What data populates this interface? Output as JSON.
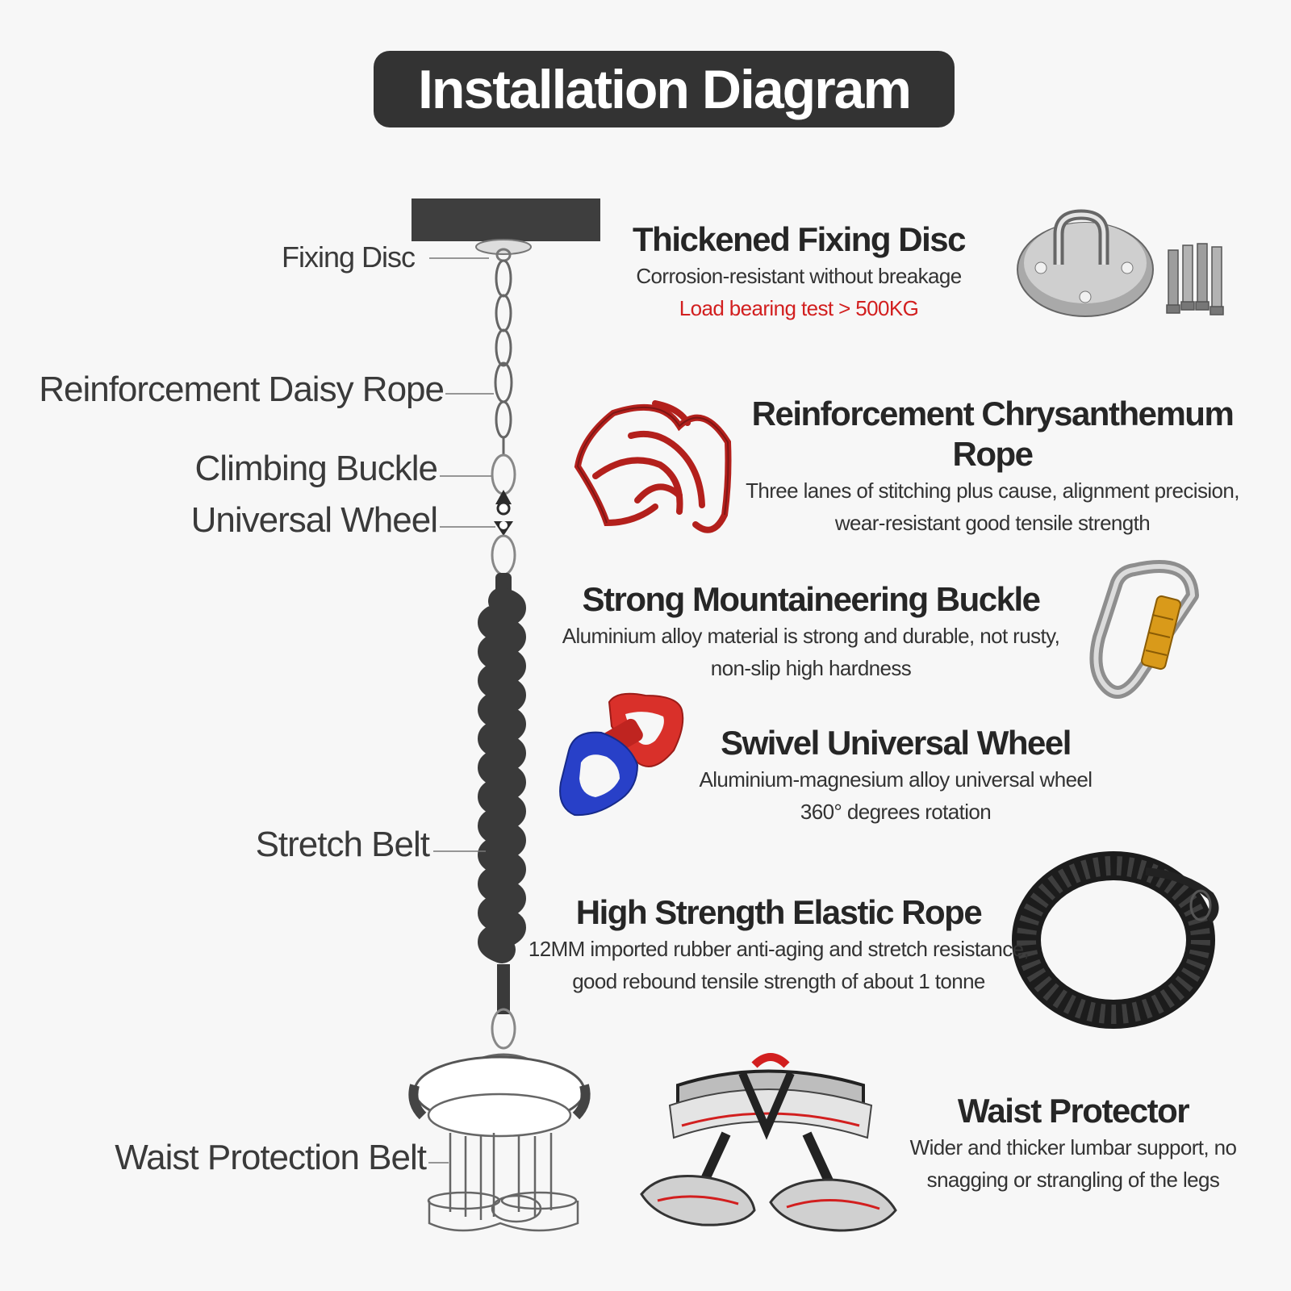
{
  "title": "Installation Diagram",
  "labels": {
    "fixing_disc": "Fixing Disc",
    "daisy_rope": "Reinforcement Daisy Rope",
    "climbing_buckle": "Climbing Buckle",
    "universal_wheel": "Universal Wheel",
    "stretch_belt": "Stretch Belt",
    "waist_belt": "Waist Protection Belt"
  },
  "features": {
    "disc": {
      "title": "Thickened Fixing Disc",
      "line1": "Corrosion-resistant without breakage",
      "line2": "Load bearing test > 500KG"
    },
    "rope": {
      "title1": "Reinforcement Chrysanthemum",
      "title2": "Rope",
      "line1": "Three lanes of stitching plus cause, alignment precision,",
      "line2": "wear-resistant good tensile strength"
    },
    "buckle": {
      "title": "Strong Mountaineering Buckle",
      "line1": "Aluminium alloy material is strong and durable, not rusty,",
      "line2": "non-slip high hardness"
    },
    "swivel": {
      "title": "Swivel Universal Wheel",
      "line1": "Aluminium-magnesium alloy universal wheel",
      "line2": "360° degrees rotation"
    },
    "elastic": {
      "title": "High Strength Elastic Rope",
      "line1": "12MM imported rubber anti-aging and stretch resistance,",
      "line2": "good rebound tensile strength of about 1 tonne"
    },
    "waist": {
      "title": "Waist Protector",
      "line1": "Wider and thicker lumbar support, no",
      "line2": "snagging or strangling of the legs"
    }
  },
  "colors": {
    "dark": "#333333",
    "accent_red": "#d21f1f",
    "swivel_red": "#d9302a",
    "swivel_blue": "#2840c8",
    "gate_gold": "#d99a1a"
  }
}
